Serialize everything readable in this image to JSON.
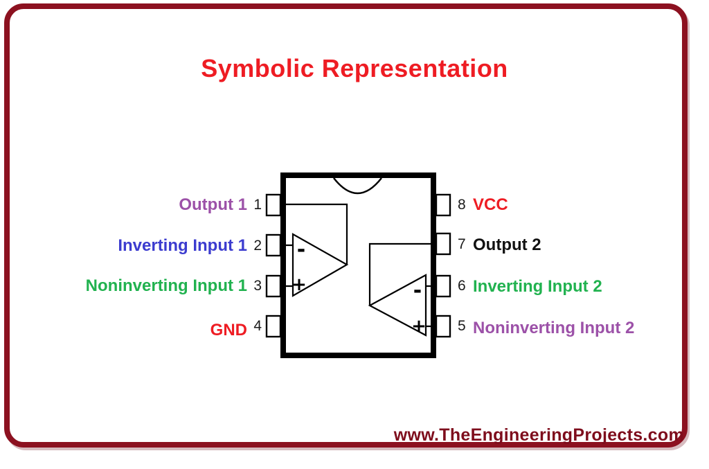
{
  "page": {
    "title": "Symbolic Representation",
    "website": "www.TheEngineeringProjects.com",
    "colors": {
      "title_red": "#ee1c23",
      "border_maroon": "#8c1120",
      "website_maroon": "#7e0d1c",
      "chip_outline": "#000000",
      "label_purple": "#9c51a8",
      "label_blue": "#3c3ccf",
      "label_green": "#21b24f",
      "label_red": "#ee1c23",
      "label_black": "#111111"
    }
  },
  "chip": {
    "type": "dual-op-amp-8-pin-dip",
    "left_pins": [
      {
        "number": "1",
        "label": "Output 1",
        "color": "#9c51a8"
      },
      {
        "number": "2",
        "label": "Inverting Input 1",
        "color": "#3c3ccf"
      },
      {
        "number": "3",
        "label": "Noninverting Input 1",
        "color": "#21b24f"
      },
      {
        "number": "4",
        "label": "GND",
        "color": "#ee1c23"
      }
    ],
    "right_pins": [
      {
        "number": "8",
        "label": "VCC",
        "color": "#ee1c23"
      },
      {
        "number": "7",
        "label": "Output 2",
        "color": "#111111"
      },
      {
        "number": "6",
        "label": "Inverting Input 2",
        "color": "#21b24f"
      },
      {
        "number": "5",
        "label": "Noninverting Input 2",
        "color": "#9c51a8"
      }
    ],
    "opamp_markers": {
      "inverting": "-",
      "noninverting": "+"
    }
  }
}
